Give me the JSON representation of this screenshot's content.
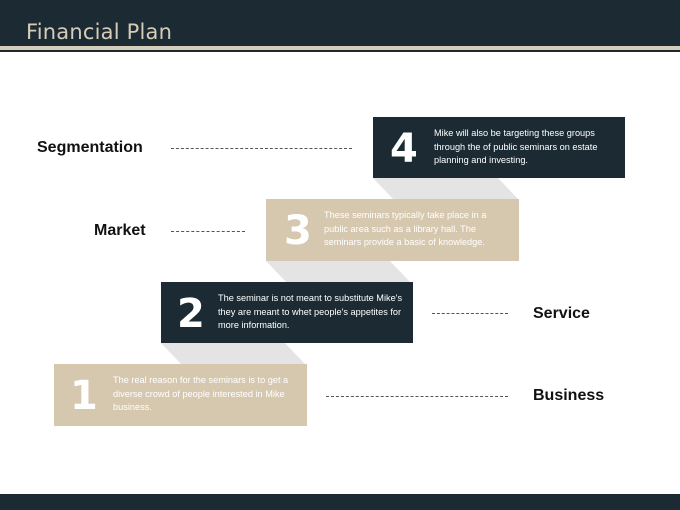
{
  "header": {
    "title": "Financial Plan"
  },
  "steps": [
    {
      "number": "1",
      "text": "The real reason for the seminars is to get a diverse crowd of people interested in Mike business."
    },
    {
      "number": "2",
      "text": "The seminar is not meant to substitute Mike's  they are meant to whet people's appetites for more information."
    },
    {
      "number": "3",
      "text": "These seminars typically  take place in a public area such as a library hall.  The seminars provide a basic of knowledge."
    },
    {
      "number": "4",
      "text": "Mike will also be targeting these groups through the of public seminars on estate planning and investing."
    }
  ],
  "labels": {
    "segmentation": "Segmentation",
    "market": "Market",
    "service": "Service",
    "business": "Business"
  },
  "colors": {
    "dark": "#1c2b33",
    "beige": "#d6c8ae",
    "accent": "#d6cdb8"
  }
}
